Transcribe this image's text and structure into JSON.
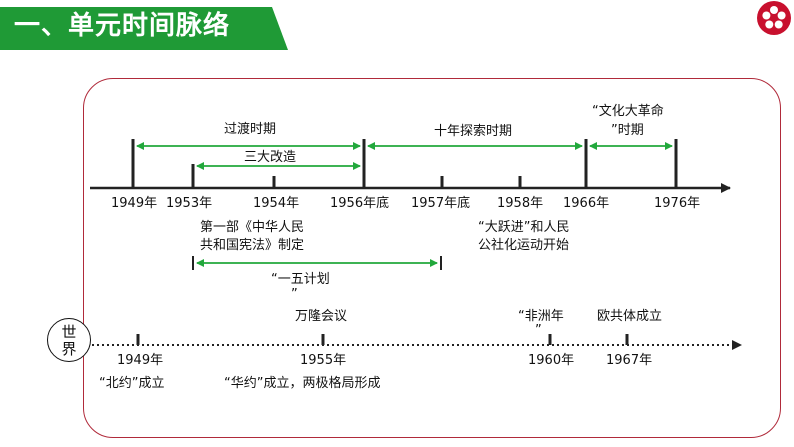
{
  "header": {
    "title": "一、单元时间脉络"
  },
  "colors": {
    "accent_green": "#22a83c",
    "banner_green": "#1f9a36",
    "frame_red": "#b02a3a",
    "logo_red": "#c8102e"
  },
  "china_timeline": {
    "years": [
      "1949年",
      "1953年",
      "1954年",
      "1956年底",
      "1957年底",
      "1958年",
      "1966年",
      "1976年"
    ],
    "periods": {
      "transition": "过渡时期",
      "three_reforms": "三大改造",
      "ten_years": "十年探索时期",
      "cultural_line1": "“文化大革命",
      "cultural_line2": "”时期"
    },
    "events": {
      "constitution_line1": "第一部《中华人民",
      "constitution_line2": "共和国宪法》制定",
      "leap_line1": "“大跃进”和人民",
      "leap_line2": "公社化运动开始",
      "five_year_line1": "“一五计划",
      "five_year_line2": "”"
    }
  },
  "world_timeline": {
    "label_line1": "世",
    "label_line2": "界",
    "years": [
      "1949年",
      "1955年",
      "1960年",
      "1967年"
    ],
    "events": {
      "nato": "“北约”成立",
      "warsaw": "“华约”成立，两极格局形成",
      "bandung": "万隆会议",
      "africa_line1": "“非洲年",
      "africa_line2": "”",
      "ec": "欧共体成立"
    }
  }
}
